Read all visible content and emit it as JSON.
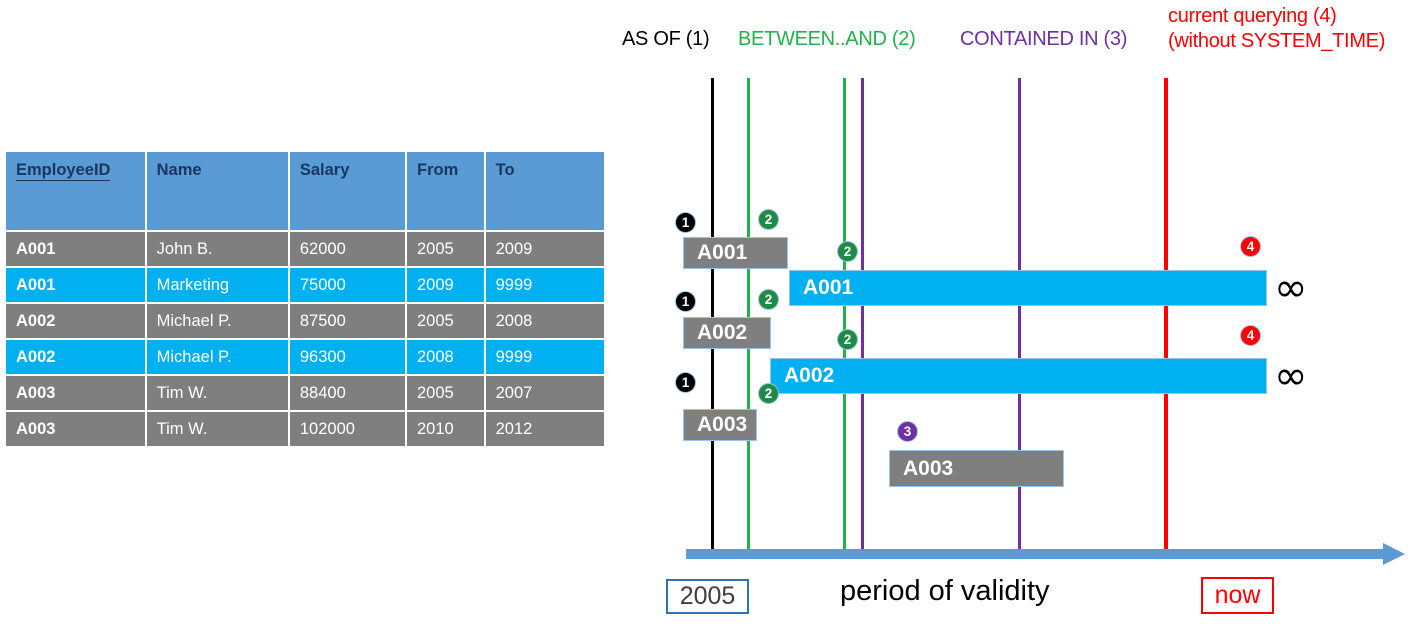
{
  "table": {
    "name": "employee-history-table",
    "columns": [
      {
        "key": "EmployeeID",
        "label": "EmployeeID",
        "primary_key": true
      },
      {
        "key": "Name",
        "label": "Name",
        "primary_key": false
      },
      {
        "key": "Salary",
        "label": "Salary",
        "primary_key": false
      },
      {
        "key": "From",
        "label": "From",
        "primary_key": false
      },
      {
        "key": "To",
        "label": "To",
        "primary_key": false
      }
    ],
    "rows": [
      {
        "EmployeeID": "A001",
        "Name": "John  B.",
        "Salary": "62000",
        "From": "2005",
        "To": "2009",
        "style": "gray"
      },
      {
        "EmployeeID": "A001",
        "Name": "Marketing",
        "Salary": "75000",
        "From": "2009",
        "To": "9999",
        "style": "cyan"
      },
      {
        "EmployeeID": "A002",
        "Name": "Michael P.",
        "Salary": "87500",
        "From": "2005",
        "To": "2008",
        "style": "gray"
      },
      {
        "EmployeeID": "A002",
        "Name": "Michael P.",
        "Salary": "96300",
        "From": "2008",
        "To": "9999",
        "style": "cyan"
      },
      {
        "EmployeeID": "A003",
        "Name": "Tim W.",
        "Salary": "88400",
        "From": "2005",
        "To": "2007",
        "style": "gray"
      },
      {
        "EmployeeID": "A003",
        "Name": "Tim W.",
        "Salary": "102000",
        "From": "2010",
        "To": "2012",
        "style": "gray"
      }
    ]
  },
  "diagram": {
    "legend": [
      {
        "id": "as-of",
        "label": "AS OF (1)",
        "color": "#000000",
        "marker": "1"
      },
      {
        "id": "between-and",
        "label": "BETWEEN..AND (2)",
        "color": "#22B14C",
        "marker": "2"
      },
      {
        "id": "contained-in",
        "label": "CONTAINED IN (3)",
        "color": "#7030A0",
        "marker": "3"
      },
      {
        "id": "current-query",
        "label_line1": "current querying (4)",
        "label_line2": "(without SYSTEM_TIME)",
        "color": "#FF0000",
        "marker": "4"
      }
    ],
    "axis": {
      "start_label": "2005",
      "end_label": "now",
      "title": "period of validity"
    },
    "bars": [
      {
        "label": "A001",
        "style": "gray",
        "open_ended": false
      },
      {
        "label": "A001",
        "style": "cyan",
        "open_ended": true,
        "end_symbol": "∞"
      },
      {
        "label": "A002",
        "style": "gray",
        "open_ended": false
      },
      {
        "label": "A002",
        "style": "cyan",
        "open_ended": true,
        "end_symbol": "∞"
      },
      {
        "label": "A003",
        "style": "gray",
        "open_ended": false
      },
      {
        "label": "A003",
        "style": "gray",
        "open_ended": false
      }
    ],
    "badges": [
      "1",
      "2",
      "2",
      "1",
      "2",
      "2",
      "4",
      "1",
      "2",
      "3",
      "4"
    ],
    "infinity_symbol": "∞"
  },
  "colors": {
    "header_blue": "#5B9BD5",
    "row_gray": "#7F7F7F",
    "row_cyan": "#00B0F0",
    "green": "#22B14C",
    "purple": "#7030A0",
    "red": "#FF0000",
    "axis_blue": "#5B9BD5"
  }
}
